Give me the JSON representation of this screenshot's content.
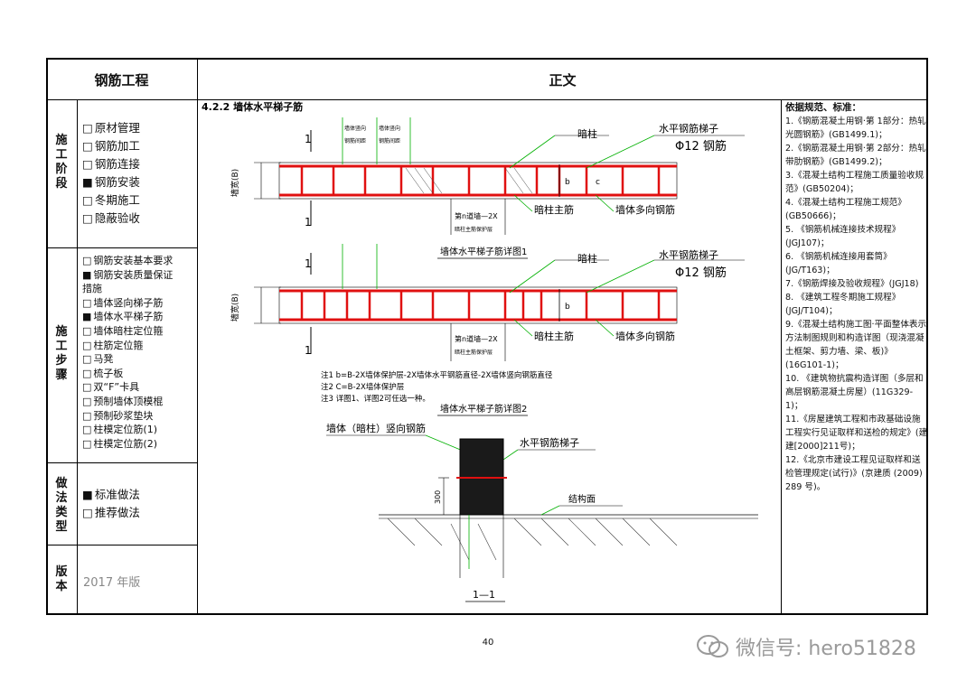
{
  "header": {
    "left_title": "钢筋工程",
    "right_title": "正文"
  },
  "sections": {
    "stage": {
      "title": "施工阶段",
      "items": [
        {
          "mark": "□",
          "label": "原材管理"
        },
        {
          "mark": "□",
          "label": "钢筋加工"
        },
        {
          "mark": "□",
          "label": "钢筋连接"
        },
        {
          "mark": "■",
          "label": "钢筋安装"
        },
        {
          "mark": "□",
          "label": "冬期施工"
        },
        {
          "mark": "□",
          "label": "隐蔽验收"
        }
      ]
    },
    "steps": {
      "title": "施工步骤",
      "items": [
        {
          "mark": "□",
          "label": "钢筋安装基本要求"
        },
        {
          "mark": "■",
          "label": "钢筋安装质量保证"
        },
        {
          "mark": "",
          "label": "措施"
        },
        {
          "mark": "□",
          "label": "墙体竖向梯子筋"
        },
        {
          "mark": "■",
          "label": "墙体水平梯子筋"
        },
        {
          "mark": "□",
          "label": "墙体暗柱定位箍"
        },
        {
          "mark": "□",
          "label": "柱筋定位箍"
        },
        {
          "mark": "□",
          "label": "马凳"
        },
        {
          "mark": "□",
          "label": "梳子板"
        },
        {
          "mark": "□",
          "label": "双“F”卡具"
        },
        {
          "mark": "□",
          "label": "预制墙体顶模棍"
        },
        {
          "mark": "□",
          "label": "预制砂浆垫块"
        },
        {
          "mark": "□",
          "label": "柱模定位筋(1)"
        },
        {
          "mark": "□",
          "label": "柱模定位筋(2)"
        }
      ]
    },
    "method": {
      "title": "做法类型",
      "items": [
        {
          "mark": "■",
          "label": "标准做法"
        },
        {
          "mark": "□",
          "label": "推荐做法"
        }
      ]
    },
    "version": {
      "title": "版本",
      "value": "2017 年版"
    }
  },
  "drawing": {
    "section_title": "4.2.2 墙体水平梯子筋",
    "labels": {
      "wall_vertical_rebar": "墙体竖向\n钢筋间距",
      "wall_vertical_rebar2": "墙体竖向\n钢筋间距",
      "hidden_column": "暗柱",
      "horizontal_ladder": "水平钢筋梯子",
      "phi12": "Φ12 钢筋",
      "hidden_column_main": "暗柱主筋",
      "wall_multi_rebar": "墙体多向钢筋",
      "width_label": "墙宽(B)",
      "length_label": "第n道墙—2X",
      "length_sub": "暗柱主筋保护层",
      "b_label": "b",
      "c_label": "c",
      "detail1": "墙体水平梯子筋详图1",
      "detail2": "墙体水平梯子筋详图2",
      "note1": "注1 b=B-2X墙体保护层-2X墙体水平钢筋直径-2X墙体竖向钢筋直径",
      "note2": "注2 C=B-2X墙体保护层",
      "note3": "注3 详图1、详图2可任选一种。",
      "section_wall_rebar": "墙体（暗柱）竖向钢筋",
      "section_ladder": "水平钢筋梯子",
      "structural_surface": "结构面",
      "dim_300": "300",
      "section_name": "1—1",
      "cut_mark": "1"
    }
  },
  "references": {
    "title": "依据规范、标准：",
    "items": [
      "1.《钢筋混凝土用钢·第 1部分：热轧光圆钢筋》(GB1499.1)；",
      "2.《钢筋混凝土用钢·第 2部分：热轧带肋钢筋》(GB1499.2)；",
      "3.《混凝土结构工程施工质量验收规范》(GB50204)；",
      "4.《混凝土结构工程施工规范》(GB50666)；",
      "5. 《钢筋机械连接技术规程》(JGJ107)；",
      "6. 《钢筋机械连接用套筒》(JG/T163)；",
      "7.《钢筋焊接及验收规程》(JGJ18)",
      "8. 《建筑工程冬期施工规程》(JGJ/T104)；",
      "9.《混凝土结构施工图·平面整体表示方法制图规则和构造详图（现浇混凝土框架、剪力墙、梁、板)》(16G101-1)；",
      "10. 《建筑物抗震构造详图（多层和高层钢筋混凝土房屋）(11G329-1)；",
      "11.《房屋建筑工程和市政基础设施工程实行见证取样和送检的规定》(建建[2000]211号)；",
      "12.《北京市建设工程见证取样和送检管理规定(试行)》(京建质 (2009) 289 号)。"
    ]
  },
  "footer": {
    "page_number": "40",
    "watermark": "微信号: hero51828"
  },
  "colors": {
    "rebar_red": "#e01010",
    "leader_green": "#00b000",
    "line": "#000000"
  }
}
